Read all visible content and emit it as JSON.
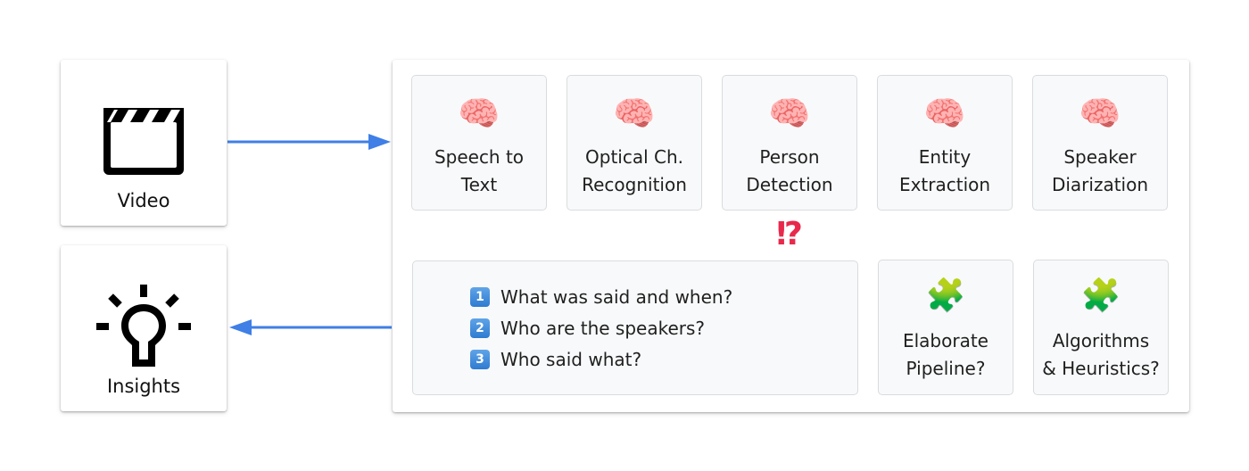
{
  "inputs": {
    "video_label": "Video",
    "insights_label": "Insights"
  },
  "models": [
    {
      "emoji": "🧠",
      "line1": "Speech to",
      "line2": "Text"
    },
    {
      "emoji": "🧠",
      "line1": "Optical Ch.",
      "line2": "Recognition"
    },
    {
      "emoji": "🧠",
      "line1": "Person",
      "line2": "Detection"
    },
    {
      "emoji": "🧠",
      "line1": "Entity",
      "line2": "Extraction"
    },
    {
      "emoji": "🧠",
      "line1": "Speaker",
      "line2": "Diarization"
    }
  ],
  "interrobang": "⁉",
  "questions": [
    {
      "number": "1",
      "text": "What was said and when?"
    },
    {
      "number": "2",
      "text": "Who are the speakers?"
    },
    {
      "number": "3",
      "text": "Who said what?"
    }
  ],
  "alternatives": [
    {
      "emoji": "🧩",
      "line1": "Elaborate",
      "line2": "Pipeline?"
    },
    {
      "emoji": "🧩",
      "line1": "Algorithms",
      "line2": "& Heuristics?"
    }
  ],
  "colors": {
    "arrow": "#3f7fe6",
    "interrobang": "#e8294c",
    "tile_bg": "#f8f9fa"
  },
  "icons": {
    "video": "clapperboard-icon",
    "insights": "lightbulb-icon",
    "model": "brain-icon",
    "alternative": "puzzle-piece-icon"
  }
}
